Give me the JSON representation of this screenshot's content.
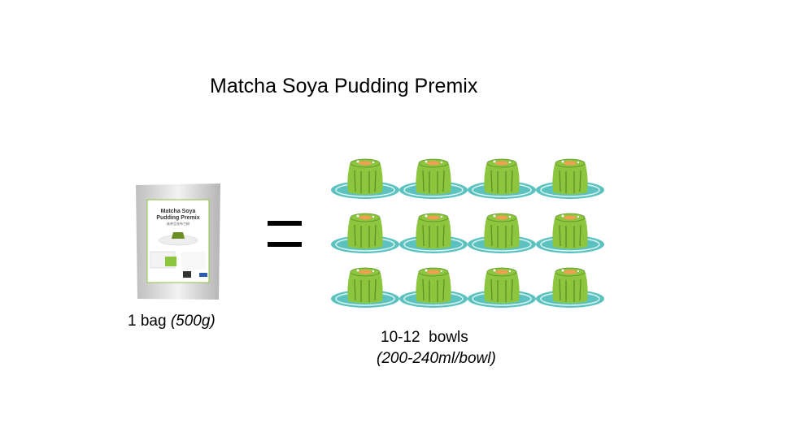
{
  "title": "Matcha Soya Pudding Premix",
  "package": {
    "name_line1": "Matcha Soya",
    "name_line2": "Pudding Premix",
    "chinese_name": "抹茶豆花布丁粉"
  },
  "equals_sign": "=",
  "bag_label": {
    "count": "1 bag",
    "weight": "(500g)"
  },
  "yield": {
    "bowls": "10-12  bowls",
    "bowl_size": "(200-240ml/bowl)"
  },
  "pudding_count": 12,
  "colors": {
    "jelly": "#8cc63f",
    "jelly_dark": "#5e8f25",
    "plate": "#5bc2c0",
    "topping": "#f0a050"
  }
}
